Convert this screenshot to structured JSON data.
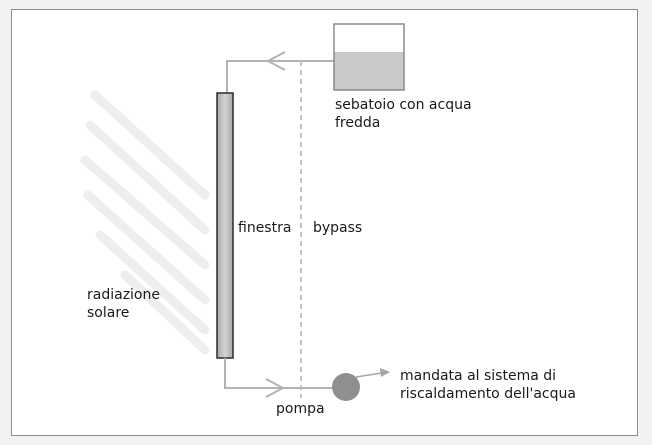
{
  "labels": {
    "tank": "sebatoio con acqua\nfredda",
    "window": "finestra",
    "bypass": "bypass",
    "radiation": "radiazione\nsolare",
    "pump": "pompa",
    "delivery": "mandata al sistema di\nriscaldamento dell'acqua"
  },
  "colors": {
    "pipe": "#b3b3b3",
    "tank_water": "#c9c9c9",
    "tank_border": "#8a8a8a",
    "window_fill": "#bdbdbd",
    "window_border": "#2b2b2b",
    "pump": "#8f8f8f",
    "radiation_rays": "#ececec"
  }
}
